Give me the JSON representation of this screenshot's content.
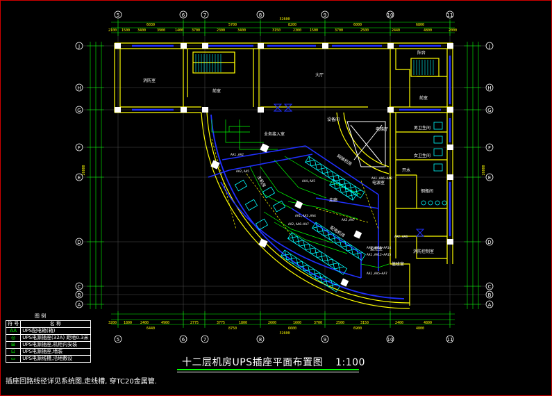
{
  "drawing": {
    "title": "十二层机房UPS插座平面布置图",
    "scale": "1:100",
    "note": "插座回路线径详见系统图,走线槽, 穿TC20金属管."
  },
  "axes": {
    "top": [
      "5",
      "6",
      "7",
      "8",
      "9",
      "10",
      "11"
    ],
    "left": [
      "J",
      "H",
      "G",
      "F",
      "E",
      "D",
      "C",
      "B",
      "A"
    ]
  },
  "dimensions": {
    "top_total": "32600",
    "top_segments": [
      "6030",
      "5700",
      "8200",
      "6000",
      "6800"
    ],
    "top_small": [
      "2100",
      "1500",
      "3400",
      "3900",
      "1400",
      "3700",
      "2300",
      "3400",
      "3150",
      "2300",
      "1500",
      "3700",
      "2500",
      "2440",
      "4800",
      "2000"
    ],
    "bottom_total": "32600",
    "bottom_segments": [
      "6440",
      "8750",
      "6600",
      "6900",
      "4800"
    ],
    "bottom_small": [
      "3200",
      "1800",
      "2400",
      "4900",
      "2775",
      "3775",
      "1800",
      "2600",
      "1600",
      "3700",
      "2500",
      "3150",
      "2400",
      "4800"
    ],
    "left_total": "26000",
    "right_total": "26000"
  },
  "rooms": {
    "r1": "消防室",
    "r2": "前室",
    "r3": "大厅",
    "r4": "阳台",
    "r5": "前室",
    "r6": "业务接入室",
    "r7": "设备间",
    "r8": "电梯厅",
    "r9": "男卫生间",
    "r10": "女卫生间",
    "r11": "开水",
    "r12": "钢瓶间",
    "r13": "走廊",
    "r14": "主机房",
    "r15": "电源室",
    "r16": "网络机房",
    "r17": "配电机房",
    "r18": "监控室",
    "r19": "值班室",
    "r20": "消防控制室"
  },
  "labels": {
    "l1": "AA1,AA2",
    "l2": "AA2,AA5",
    "l3": "AA4,AA5",
    "l4": "AA1,AA3,AA4",
    "l5": "AA2,AA6~AA7",
    "l6": "AA1,AA6~AA8",
    "l7": "AA3,AA7",
    "l8": "AA1,AA11~AA14",
    "l9": "AA1,AA12~AA15",
    "l10": "AA2,AA8",
    "l11": "AA1,AA5~AA7"
  },
  "legend": {
    "title": "图 例",
    "col_symbol": "符 号",
    "col_name": "名 称",
    "items": [
      {
        "symbol": "AA",
        "name": "UPS配电箱(箱)"
      },
      {
        "symbol": "◎",
        "name": "UPS电源插座(32A)"
      },
      {
        "symbol": "⊞",
        "name": "UPS电源插座,机柜内安装"
      },
      {
        "symbol": "⊡",
        "name": "UPS电源插座,墙装"
      },
      {
        "symbol": "▭",
        "name": "UPS电源线槽,沿地敷设"
      }
    ],
    "side_note": "距地0.3米"
  },
  "colors": {
    "wall": "#ffff00",
    "glass": "#2030ff",
    "wire": "#00ff00",
    "equipment": "#00ffff",
    "frame": "#d00000"
  }
}
